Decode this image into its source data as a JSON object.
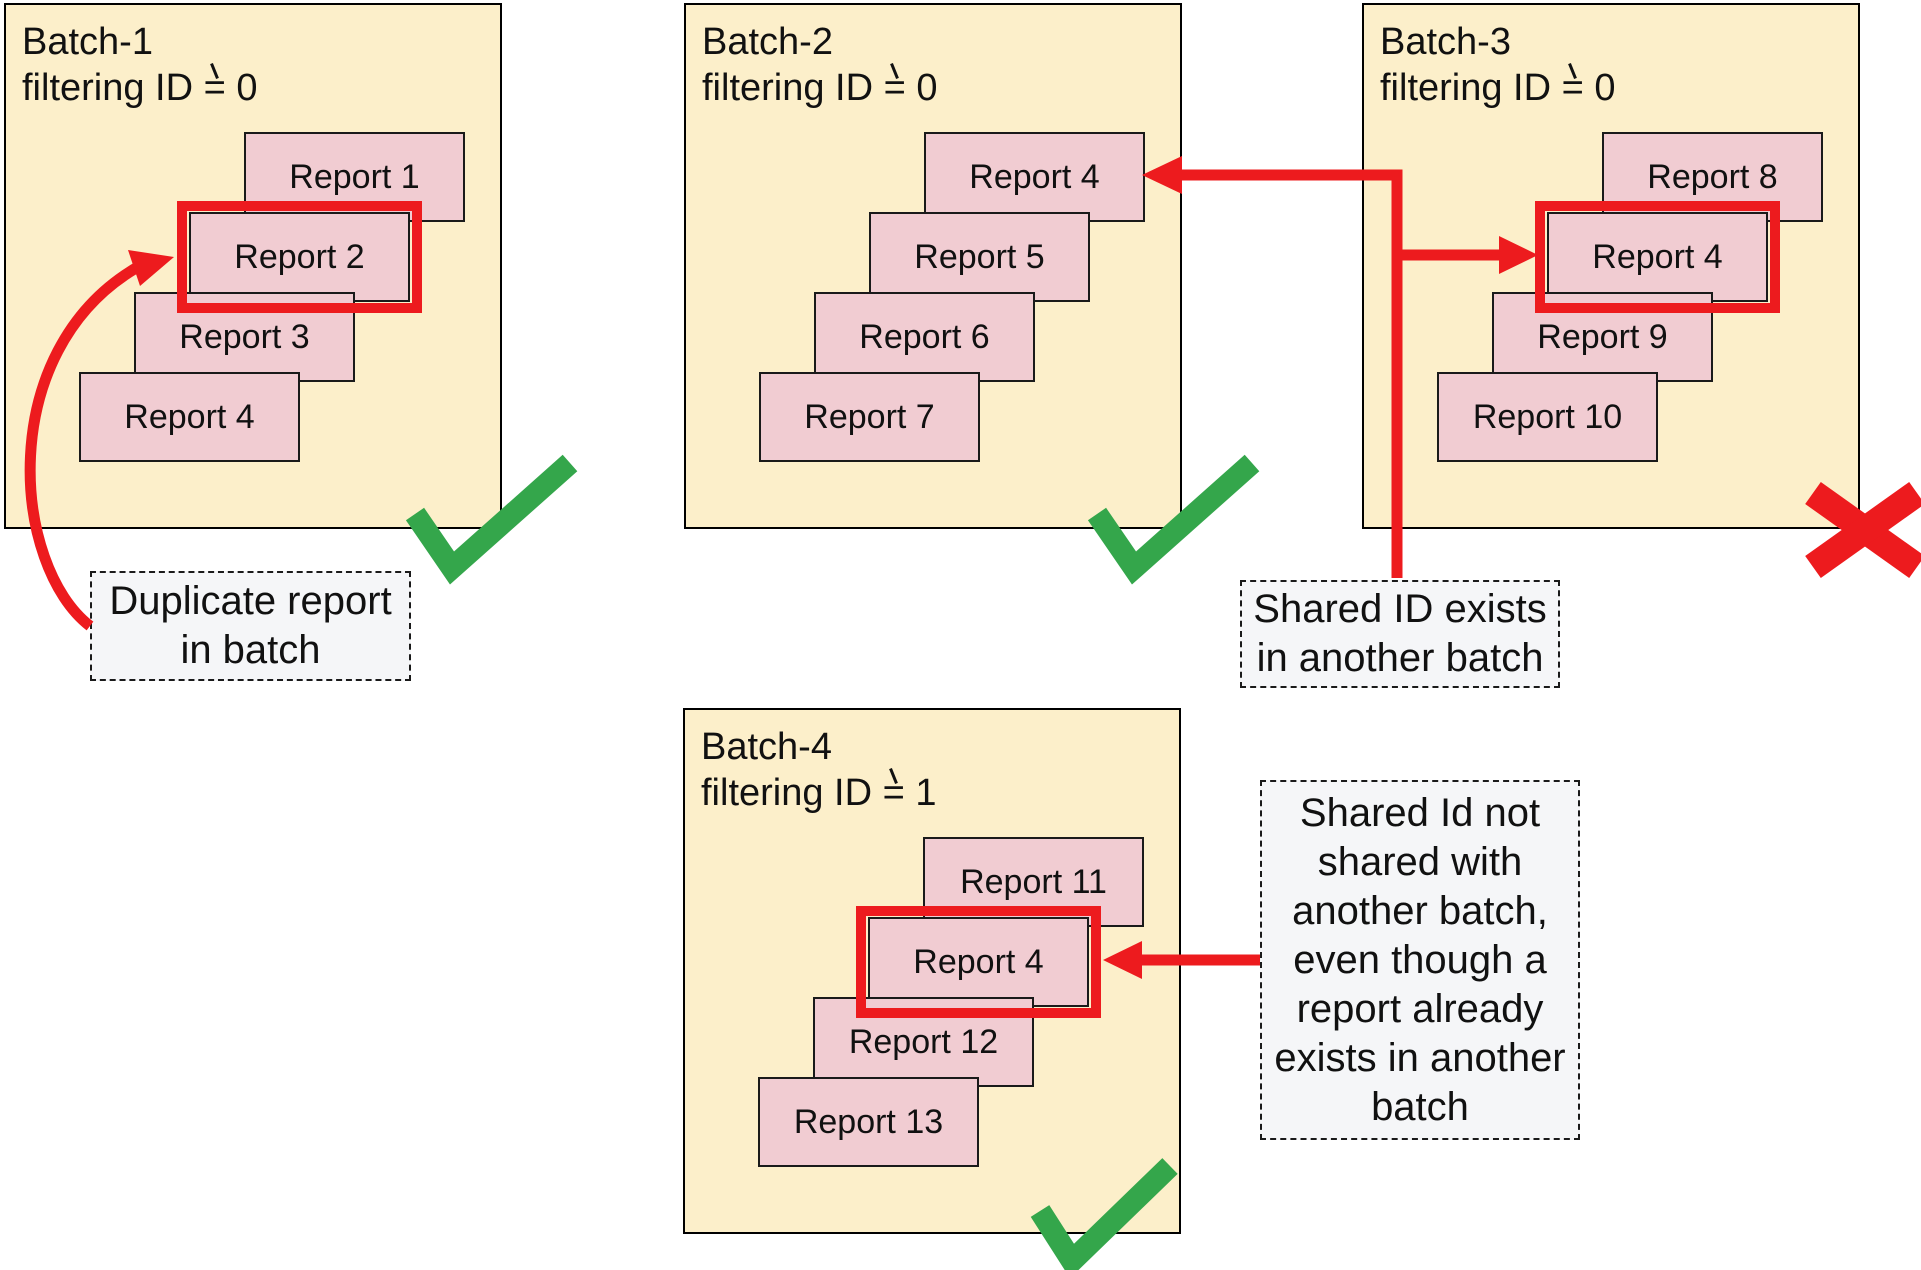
{
  "diagram": {
    "colors": {
      "batch_fill": "#FCEFCA",
      "batch_border": "#000000",
      "report_fill": "#F1CCD2",
      "report_border": "#1A1A1A",
      "accent_red": "#ED1B1E",
      "accent_green": "#34A64B",
      "note_bg": "#F5F6F8",
      "note_border": "#1A1A1A",
      "text": "#111111"
    },
    "batches": [
      {
        "name": "Batch-1",
        "title_lines": [
          "Batch-1",
          "filtering ID = 0"
        ],
        "status": "valid",
        "status_icon": "green-check",
        "reports": [
          "Report 1",
          "Report 2",
          "Report 3",
          "Report 4"
        ],
        "highlight_index": 1
      },
      {
        "name": "Batch-2",
        "title_lines": [
          "Batch-2",
          "filtering ID = 0"
        ],
        "status": "valid",
        "status_icon": "green-check",
        "reports": [
          "Report 4",
          "Report 5",
          "Report 6",
          "Report 7"
        ],
        "highlight_index": -1
      },
      {
        "name": "Batch-3",
        "title_lines": [
          "Batch-3",
          "filtering ID = 0"
        ],
        "status": "invalid",
        "status_icon": "red-cross",
        "reports": [
          "Report 8",
          "Report 4",
          "Report 9",
          "Report 10"
        ],
        "highlight_index": 1
      },
      {
        "name": "Batch-4",
        "title_lines": [
          "Batch-4",
          "filtering ID = 1"
        ],
        "status": "valid",
        "status_icon": "green-check",
        "reports": [
          "Report 11",
          "Report 4",
          "Report 12",
          "Report 13"
        ],
        "highlight_index": 1
      }
    ],
    "annotations": [
      {
        "id": "duplicate",
        "lines": [
          "Duplicate report",
          "in batch"
        ]
      },
      {
        "id": "shared-exists",
        "lines": [
          "Shared ID exists",
          "in another batch"
        ]
      },
      {
        "id": "shared-not",
        "lines": [
          "Shared Id not",
          "shared with",
          "another batch,",
          "even though a",
          "report already",
          "exists in another",
          "batch"
        ]
      }
    ]
  }
}
